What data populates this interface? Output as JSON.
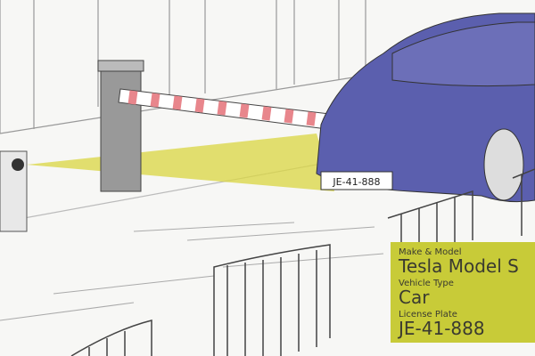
{
  "illustration": {
    "plate_text": "JE-41-888",
    "colors": {
      "car": "#5b5fae",
      "beam": "#d9d640",
      "panel": "#c8cb38",
      "barrier_stripe": "#e8868c"
    }
  },
  "info_panel": {
    "make_model_label": "Make & Model",
    "make_model_value": "Tesla Model S",
    "vehicle_type_label": "Vehicle Type",
    "vehicle_type_value": "Car",
    "license_plate_label": "License Plate",
    "license_plate_value": "JE-41-888"
  }
}
